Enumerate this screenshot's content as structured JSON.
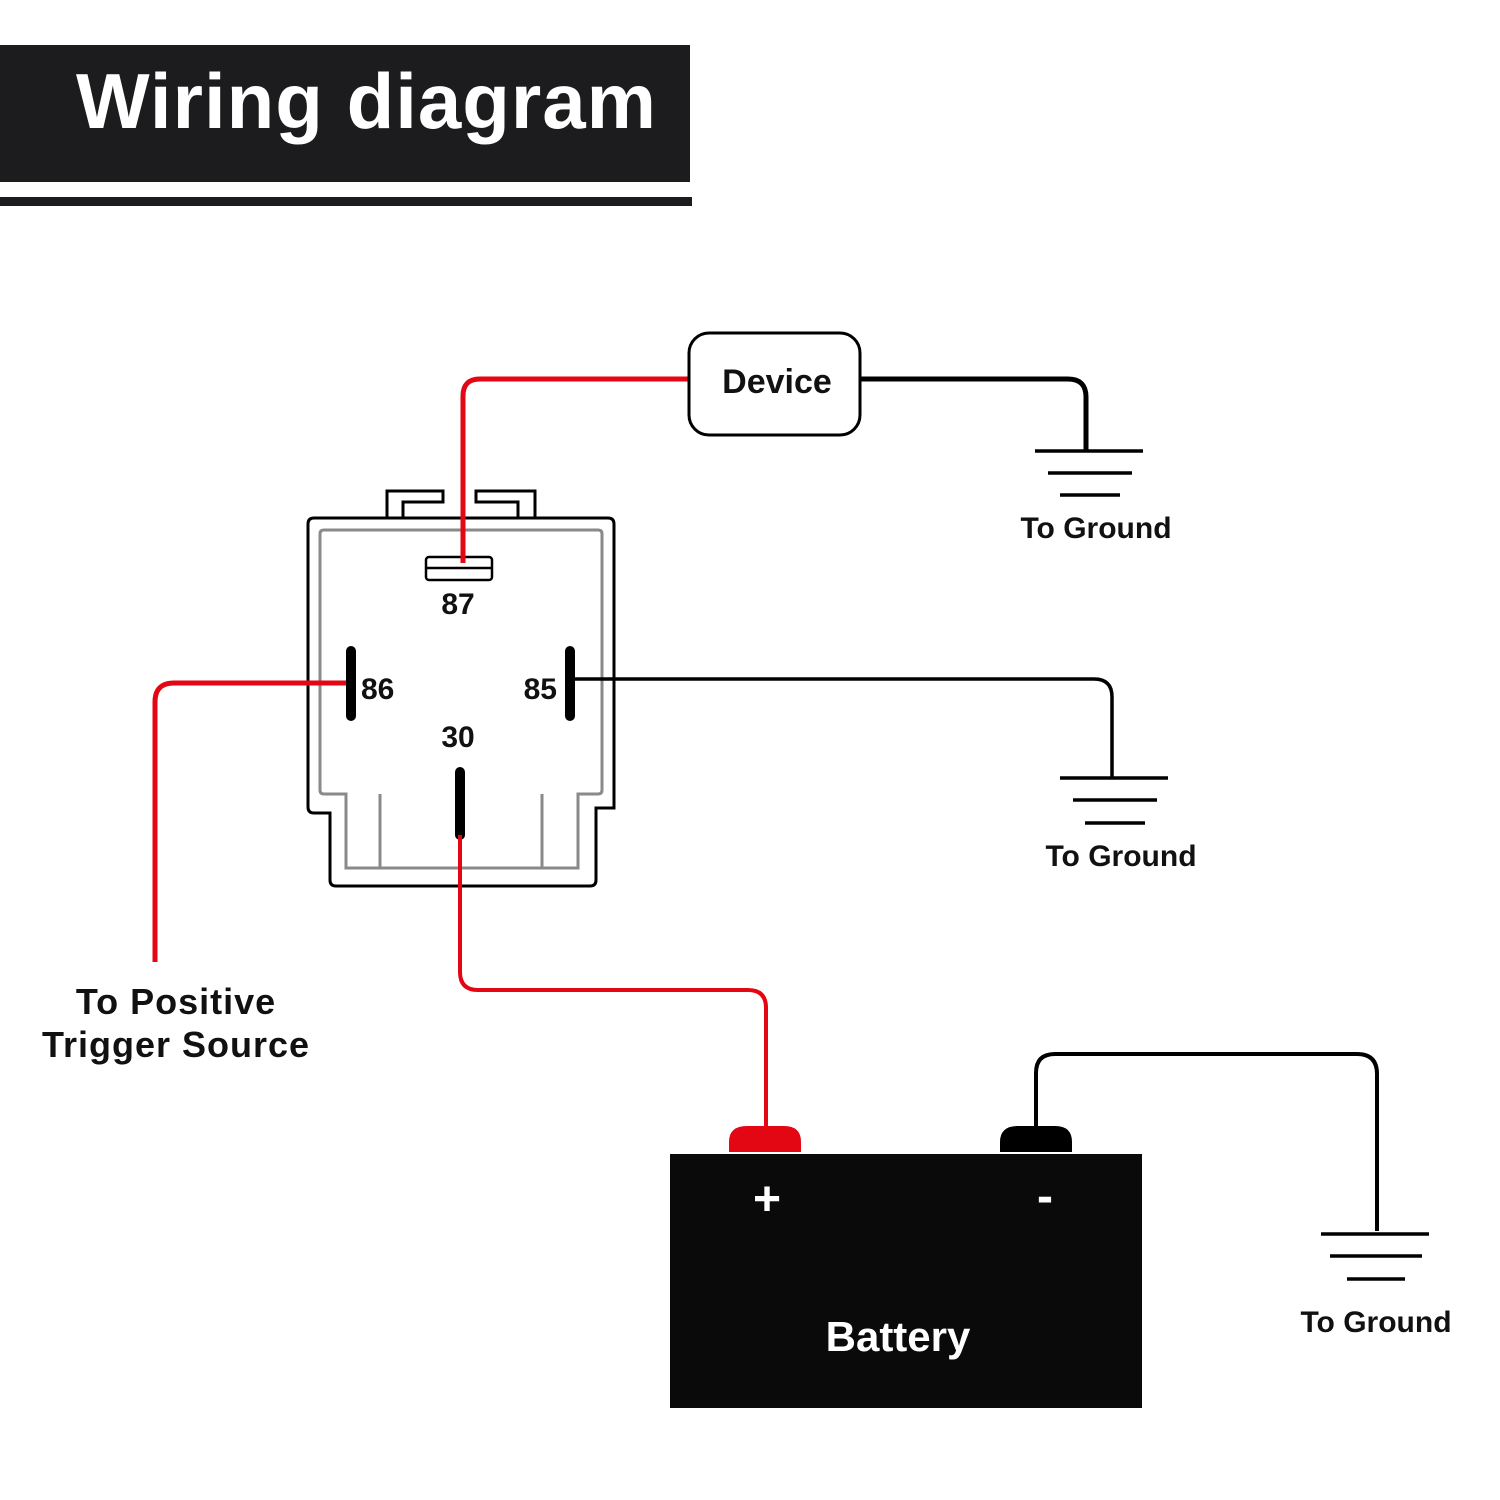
{
  "title": "Wiring diagram",
  "colors": {
    "positive_wire": "#e30613",
    "ground_wire": "#000000",
    "relay_inner_outline": "#8a8a8a",
    "title_bg": "#1c1c1e"
  },
  "relay": {
    "pins": {
      "p87": "87",
      "p86": "86",
      "p85": "85",
      "p30": "30"
    }
  },
  "device": {
    "label": "Device"
  },
  "grounds": {
    "device_ground": "To Ground",
    "pin85_ground": "To Ground",
    "battery_ground": "To Ground"
  },
  "trigger": {
    "line1": "To Positive",
    "line2": "Trigger Source"
  },
  "battery": {
    "label": "Battery",
    "positive_symbol": "+",
    "negative_symbol": "-"
  }
}
